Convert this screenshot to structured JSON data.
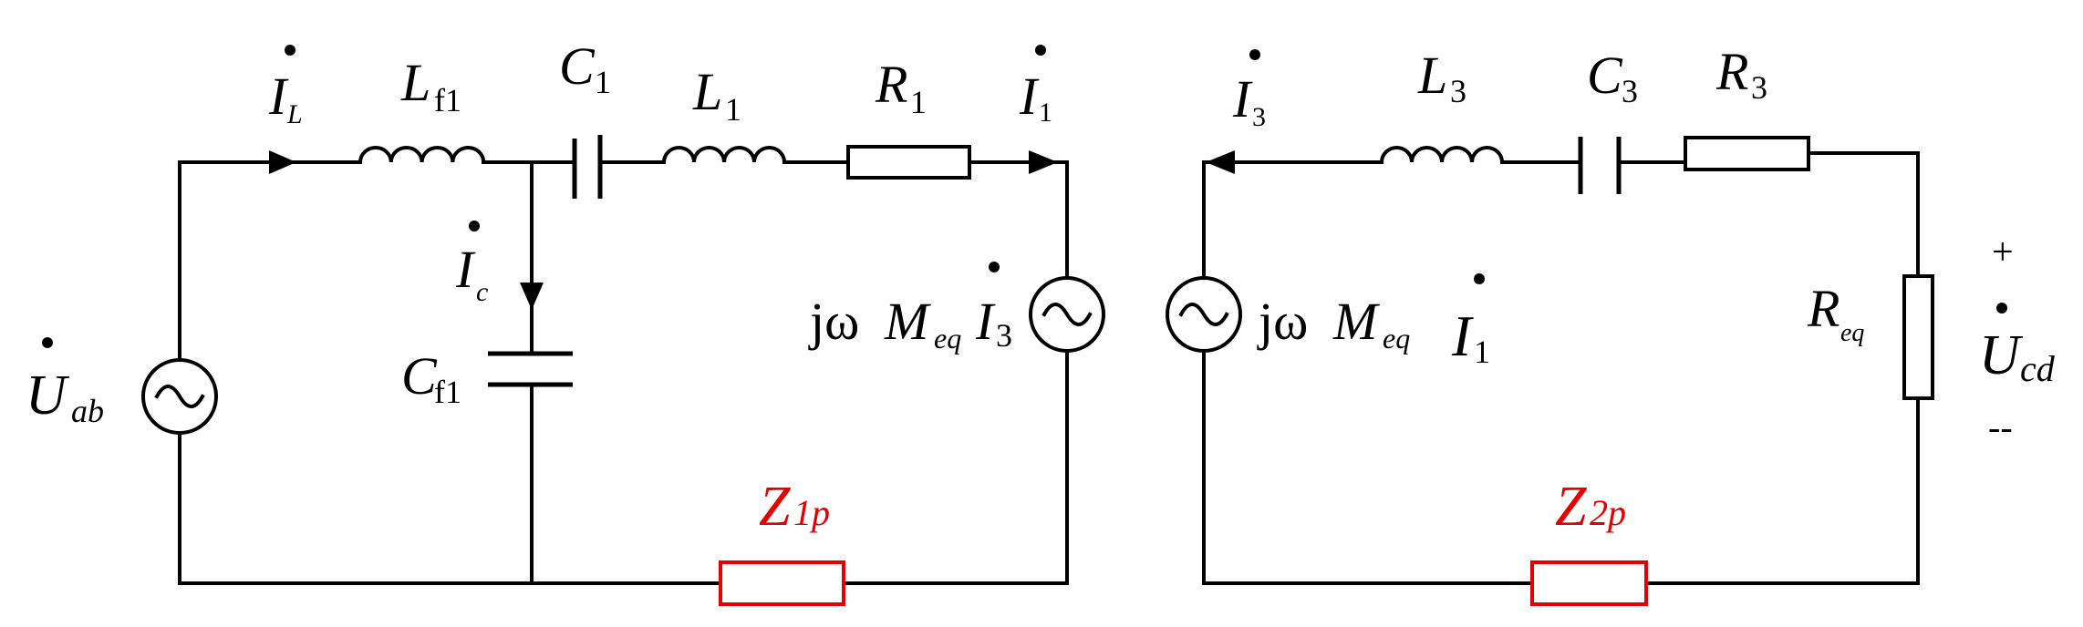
{
  "labels": {
    "U_ab": {
      "main": "U",
      "sub": "ab"
    },
    "I_L": {
      "main": "I",
      "sub": "L"
    },
    "L_f1": {
      "main": "L",
      "sub": "f1"
    },
    "C_1": {
      "main": "C",
      "sub": "1"
    },
    "L_1": {
      "main": "L",
      "sub": "1"
    },
    "R_1": {
      "main": "R",
      "sub": "1"
    },
    "I_1": {
      "main": "I",
      "sub": "1"
    },
    "I_c": {
      "main": "I",
      "sub": "c"
    },
    "C_f1": {
      "main": "C",
      "sub": "f1"
    },
    "src_left": {
      "prefix": "jω",
      "M": "M",
      "Msub": "eq",
      "I": "I",
      "Isub": "3"
    },
    "Z1p": {
      "main": "Z",
      "sub": "1p"
    },
    "I_3": {
      "main": "I",
      "sub": "3"
    },
    "L_3": {
      "main": "L",
      "sub": "3"
    },
    "C_3": {
      "main": "C",
      "sub": "3"
    },
    "R_3": {
      "main": "R",
      "sub": "3"
    },
    "src_right": {
      "prefix": "jω",
      "M": "M",
      "Msub": "eq",
      "I": "I",
      "Isub": "1"
    },
    "R_eq": {
      "main": "R",
      "sub": "eq"
    },
    "U_cd": {
      "main": "U",
      "sub": "cd",
      "plus": "+",
      "minus": "--"
    },
    "Z2p": {
      "main": "Z",
      "sub": "2p"
    }
  },
  "colors": {
    "wire": "#000000",
    "highlight": "#e50000"
  },
  "icons": {
    "source": "ac-source-icon",
    "arrow": "current-arrow-icon"
  }
}
